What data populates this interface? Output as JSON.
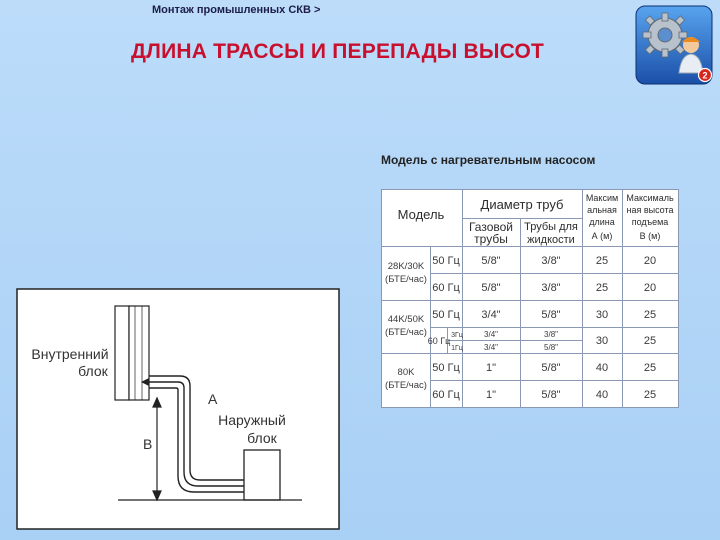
{
  "header": {
    "breadcrumb": "Монтаж промышленных СКВ >",
    "title": "ДЛИНА ТРАССЫ И ПЕРЕПАДЫ ВЫСОТ",
    "logo_badge": "2"
  },
  "table": {
    "caption": "Модель с нагревательным насосом",
    "headers": {
      "model": "Модель",
      "pipe_diameter": "Диаметр труб",
      "gas_pipe": [
        "Газовой",
        "трубы"
      ],
      "liquid_pipe": [
        "Трубы для",
        "жидкости"
      ],
      "max_length": [
        "Максим",
        "альная",
        "длина",
        "А (м)"
      ],
      "max_height": [
        "Максималь",
        "ная высота",
        "подъема",
        "В (м)"
      ]
    },
    "groups": [
      {
        "model": [
          "28K/30K",
          "(БТЕ/час)"
        ],
        "rows": [
          {
            "freq": "50 Гц",
            "gas": "5/8\"",
            "liquid": "3/8\"",
            "length": "25",
            "height": "20"
          },
          {
            "freq": "60 Гц",
            "gas": "5/8\"",
            "liquid": "3/8\"",
            "length": "25",
            "height": "20"
          }
        ]
      },
      {
        "model": [
          "44K/50K",
          "(БТЕ/час)"
        ],
        "rows": [
          {
            "freq": "50 Гц",
            "gas": "3/4\"",
            "liquid": "5/8\"",
            "length": "30",
            "height": "25"
          },
          {
            "freq": "60 Гц",
            "sub": [
              {
                "freq": "3Гц",
                "gas": "3/4\"",
                "liquid": "3/8\""
              },
              {
                "freq": "1Гц",
                "gas": "3/4\"",
                "liquid": "5/8\""
              }
            ],
            "length": "30",
            "height": "25"
          }
        ]
      },
      {
        "model": [
          "80K",
          "(БТЕ/час)"
        ],
        "rows": [
          {
            "freq": "50 Гц",
            "gas": "1\"",
            "liquid": "5/8\"",
            "length": "40",
            "height": "25"
          },
          {
            "freq": "60 Гц",
            "gas": "1\"",
            "liquid": "5/8\"",
            "length": "40",
            "height": "25"
          }
        ]
      }
    ]
  },
  "diagram": {
    "indoor_label": [
      "Внутренний",
      "блок"
    ],
    "outdoor_label": [
      "Наружный",
      "блок"
    ],
    "label_a": "A",
    "label_b": "B"
  },
  "colors": {
    "title": "#c8102e",
    "background": "#b4d6f8",
    "table_line": "#8a98b4"
  }
}
